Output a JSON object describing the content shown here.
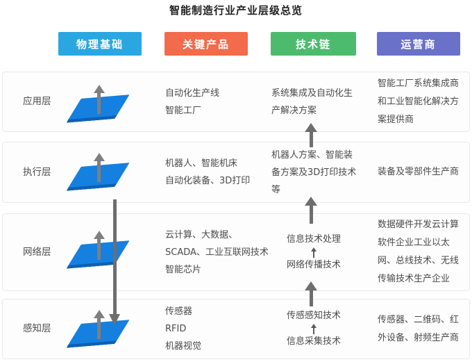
{
  "title": "智能制造行业产业层级总览",
  "palette": {
    "header_blue": "#2aa7e1",
    "header_orange": "#f26b4a",
    "header_green": "#4cbb6e",
    "header_purple": "#6971c8",
    "plate_blue": "#1580df",
    "plate_edge_blue": "#0d61b3",
    "arrow_gray": "#6e6e6e",
    "body_text": "#4a4a4a"
  },
  "columns": [
    {
      "label": "物理基础"
    },
    {
      "label": "关键产品"
    },
    {
      "label": "技术链"
    },
    {
      "label": "运营商"
    }
  ],
  "rows": [
    {
      "label": "应用层",
      "products": "自动化生产线\n智能工厂",
      "tech": "系统集成及自动化生\n产解决方案",
      "operators": "智能工厂系统集成商\n和工业智能化解决方\n案提供商"
    },
    {
      "label": "执行层",
      "products": "机器人、智能机床\n自动化装备、3D打印",
      "tech": "机器人方案、智能装\n备方案及3D打印技术\n等",
      "operators": "装备及零部件生产商"
    },
    {
      "label": "网络层",
      "products": "云计算、大数据、\nSCADA、工业互联网技术\n智能芯片",
      "tech_top": "信息技术处理",
      "tech_bottom": "网络传播技术",
      "operators": "数据硬件开发云计算\n软件企业工业以太\n网、总线技术、无线\n传输技术生产企业"
    },
    {
      "label": "感知层",
      "products": "传感器\nRFID\n机器视觉",
      "tech_top": "传感感知技术",
      "tech_bottom": "信息采集技术",
      "operators": "传感器、二维码、红\n外设备、射频生产商"
    }
  ]
}
